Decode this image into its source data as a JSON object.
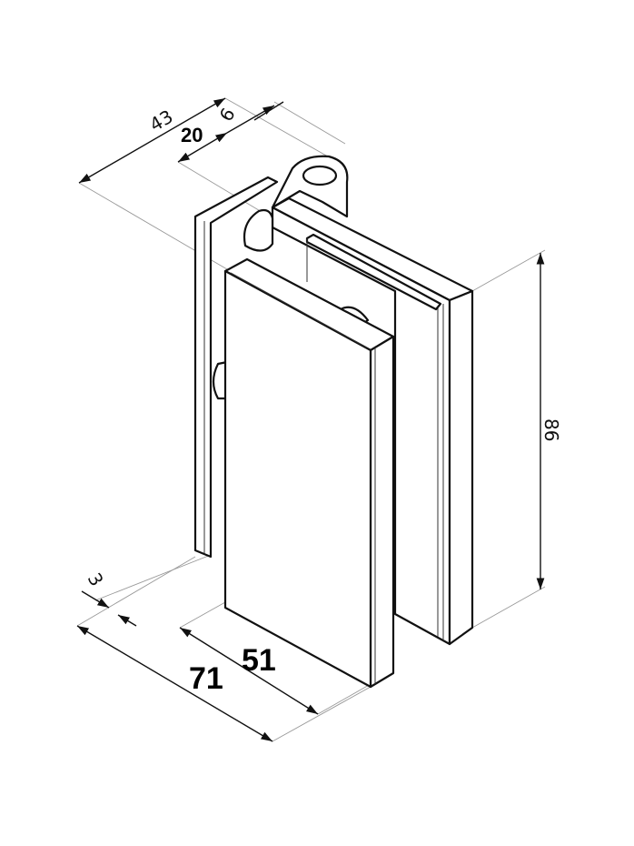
{
  "title": "Glass hinge dimension drawing",
  "dimensions": {
    "depth_total": "43",
    "depth_mid": "20",
    "gap": "6",
    "height": "86",
    "offset": "3",
    "width_total": "71",
    "width_plate": "51"
  },
  "colors": {
    "line": "#111111",
    "extension": "#999999",
    "background": "#ffffff"
  }
}
